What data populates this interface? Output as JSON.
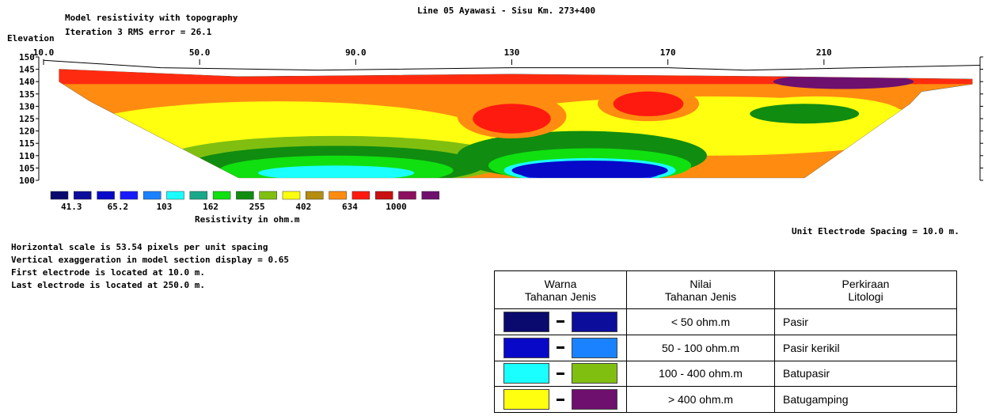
{
  "header": {
    "title_line1": "Model resistivity with topography",
    "title_line2": "Iteration 3 RMS error = 26.1",
    "line_title": "Line 05 Ayawasi - Sisu Km. 273+400"
  },
  "chart_data": {
    "type": "heatmap",
    "title": "Model resistivity with topography",
    "subtitle": "Iteration 3 RMS error = 26.1",
    "ylabel": "Elevation",
    "x_ticks": [
      "10.0",
      "50.0",
      "90.0",
      "130",
      "170",
      "210"
    ],
    "x_tick_values": [
      10,
      50,
      90,
      130,
      170,
      210
    ],
    "y_ticks": [
      "150",
      "145",
      "140",
      "135",
      "130",
      "125",
      "120",
      "115",
      "110",
      "105",
      "100"
    ],
    "y_tick_values": [
      150,
      145,
      140,
      135,
      130,
      125,
      120,
      115,
      110,
      105,
      100
    ],
    "xlim": [
      10,
      250
    ],
    "ylim": [
      100,
      150
    ],
    "topography": [
      [
        10,
        148
      ],
      [
        40,
        145
      ],
      [
        80,
        144
      ],
      [
        130,
        145
      ],
      [
        170,
        145
      ],
      [
        190,
        144
      ],
      [
        250,
        146
      ]
    ],
    "colorbar": {
      "label": "Resistivity in ohm.m",
      "colors": [
        "#0a0a6e",
        "#0d0d9c",
        "#0808c8",
        "#1a1aff",
        "#1a82ff",
        "#1affff",
        "#1aa88a",
        "#10e010",
        "#108c10",
        "#80bf10",
        "#ffff10",
        "#b48c10",
        "#ff8c10",
        "#ff1a10",
        "#c81010",
        "#8c1060",
        "#6e106e"
      ],
      "tick_labels": [
        "41.3",
        "65.2",
        "103",
        "162",
        "255",
        "402",
        "634",
        "1000"
      ]
    },
    "blobs": [
      {
        "x": 130,
        "z": 125,
        "rx": 10,
        "rz": 6,
        "color": "#ff1a10"
      },
      {
        "x": 165,
        "z": 131,
        "rx": 9,
        "rz": 5,
        "color": "#ff1a10"
      },
      {
        "x": 205,
        "z": 127,
        "rx": 14,
        "rz": 4,
        "color": "#108c10"
      },
      {
        "x": 85,
        "z": 103,
        "rx": 20,
        "rz": 3,
        "color": "#1affff"
      },
      {
        "x": 150,
        "z": 104,
        "rx": 20,
        "rz": 4,
        "color": "#0808c8"
      }
    ]
  },
  "info": {
    "unit_spacing": "Unit Electrode Spacing = 10.0 m.",
    "lines": [
      "Horizontal scale is 53.54 pixels per unit spacing",
      "Vertical exaggeration in model section display = 0.65",
      "First electrode is located at 10.0  m.",
      "Last electrode is located at 250.0 m."
    ]
  },
  "legend_table": {
    "headers": [
      [
        "Warna",
        "Tahanan Jenis"
      ],
      [
        "Nilai",
        "Tahanan Jenis"
      ],
      [
        "Perkiraan",
        "Litologi"
      ]
    ],
    "rows": [
      {
        "color_a": "#0a0a6e",
        "color_b": "#0d0d9c",
        "value": "< 50 ohm.m",
        "lithology": "Pasir"
      },
      {
        "color_a": "#0808c8",
        "color_b": "#1a82ff",
        "value": "50 - 100 ohm.m",
        "lithology": "Pasir kerikil"
      },
      {
        "color_a": "#1affff",
        "color_b": "#80bf10",
        "value": "100 - 400 ohm.m",
        "lithology": "Batupasir"
      },
      {
        "color_a": "#ffff10",
        "color_b": "#6e106e",
        "value": "> 400 ohm.m",
        "lithology": "Batugamping"
      }
    ]
  }
}
